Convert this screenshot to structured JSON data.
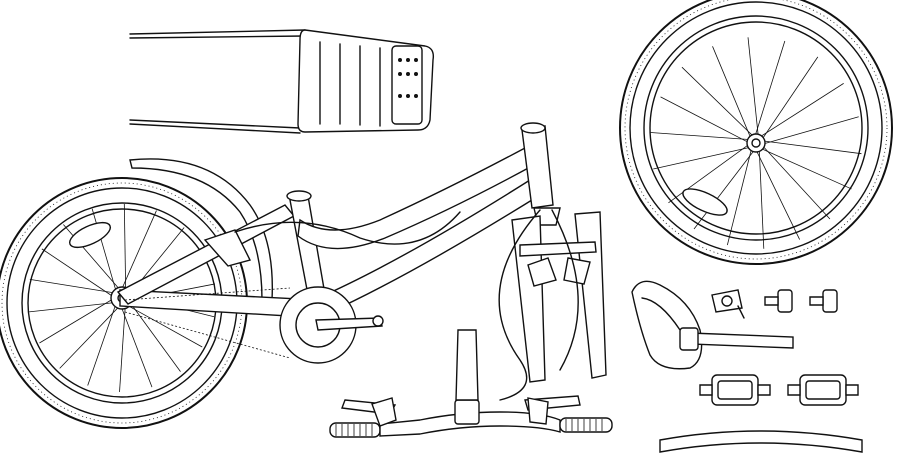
{
  "diagram": {
    "style": "black line art on white background",
    "components": [
      {
        "name": "rear-rack"
      },
      {
        "name": "front-wheel"
      },
      {
        "name": "frame-with-rear-wheel"
      },
      {
        "name": "front-fork"
      },
      {
        "name": "handlebar"
      },
      {
        "name": "saddle-with-seatpost"
      },
      {
        "name": "pedal-left"
      },
      {
        "name": "pedal-right"
      },
      {
        "name": "reflector-bracket"
      },
      {
        "name": "bolt"
      },
      {
        "name": "front-fender"
      }
    ]
  }
}
